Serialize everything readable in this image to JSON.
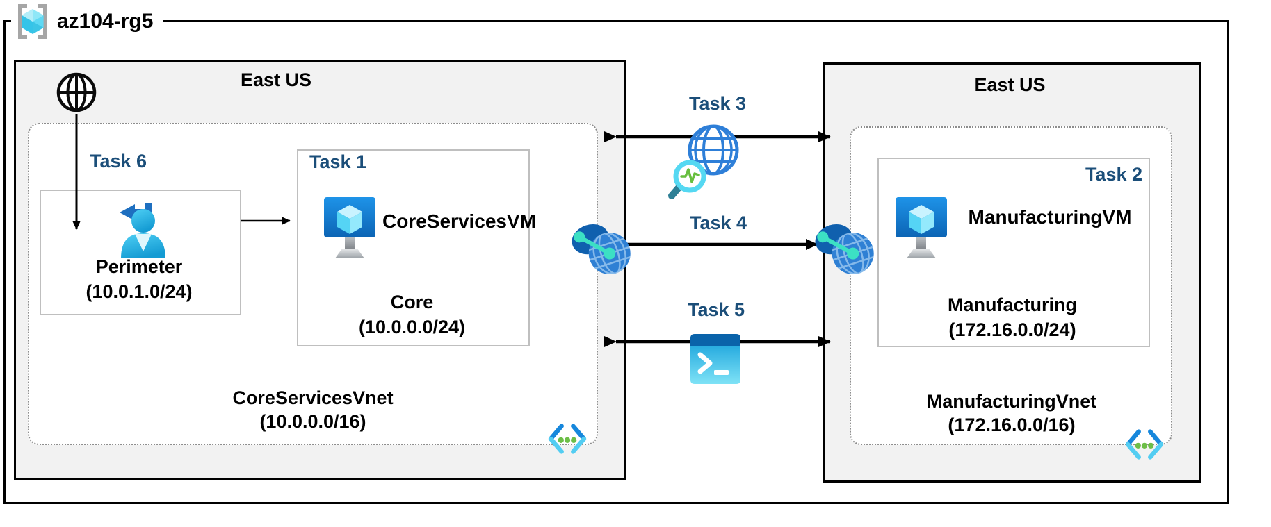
{
  "resource_group": {
    "label": "az104-rg5",
    "icon": "resource-group-icon"
  },
  "left_region": {
    "label": "East US",
    "internet_icon": "internet-globe-icon",
    "vnet": {
      "name": "CoreServicesVnet",
      "cidr": "(10.0.0.0/16)",
      "icon": "code-brackets-icon"
    },
    "perimeter_subnet": {
      "task_label": "Task 6",
      "name": "Perimeter",
      "cidr": "(10.0.1.0/24)",
      "icon": "sign-in-user-icon"
    },
    "core_subnet": {
      "task_label": "Task 1",
      "vm_name": "CoreServicesVM",
      "name": "Core",
      "cidr": "(10.0.0.0/24)",
      "icon": "virtual-machine-icon"
    }
  },
  "right_region": {
    "label": "East US",
    "vnet": {
      "name": "ManufacturingVnet",
      "cidr": "(172.16.0.0/16)",
      "icon": "code-brackets-icon"
    },
    "manufacturing_subnet": {
      "task_label": "Task 2",
      "vm_name": "ManufacturingVM",
      "name": "Manufacturing",
      "cidr": "(172.16.0.0/24)",
      "icon": "virtual-machine-icon"
    }
  },
  "connections": {
    "task3": {
      "label": "Task 3",
      "icon": "network-watcher-icon"
    },
    "task4": {
      "label": "Task 4",
      "icon": "vnet-peering-icon"
    },
    "task5": {
      "label": "Task 5",
      "icon": "cloud-shell-icon"
    }
  },
  "colors": {
    "task_label": "#1B4E79",
    "region_bg": "#F2F2F2",
    "azure_blue": "#0078D4",
    "cube_cyan": "#50E6FF",
    "dot_green": "#6CBE47",
    "teal": "#3CE0C4"
  }
}
